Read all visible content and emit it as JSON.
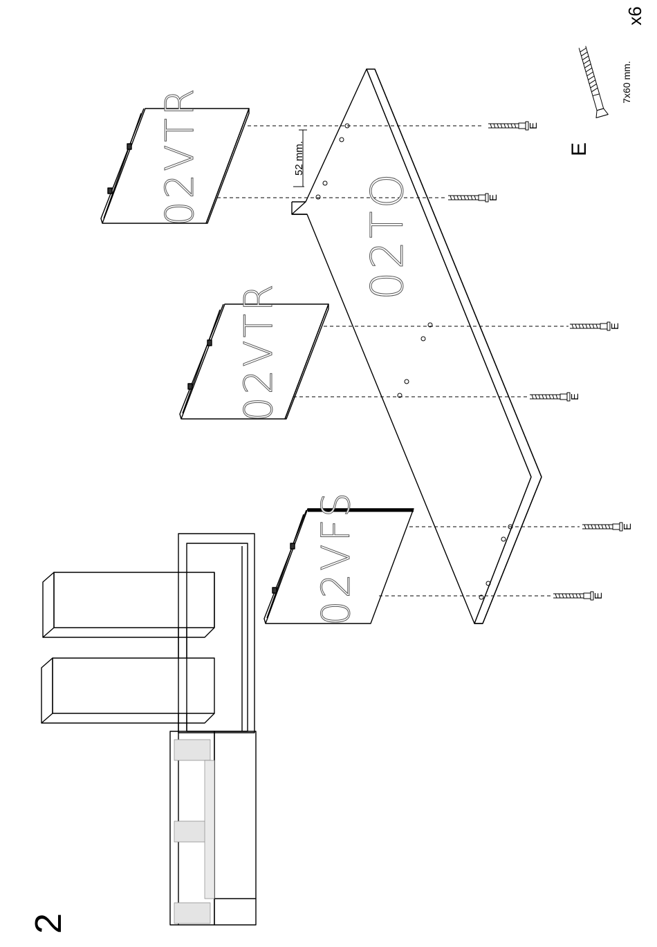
{
  "step_number": "2",
  "hardware": {
    "quantity": "x6",
    "letter": "E",
    "size": "7x60 mm.",
    "callout_letter": "E"
  },
  "dimension": "52  mm.",
  "panels": {
    "top": "02TO",
    "vtr_upper": "02VTR",
    "vtr_middle": "02VTR",
    "vfs": "02VFS"
  }
}
